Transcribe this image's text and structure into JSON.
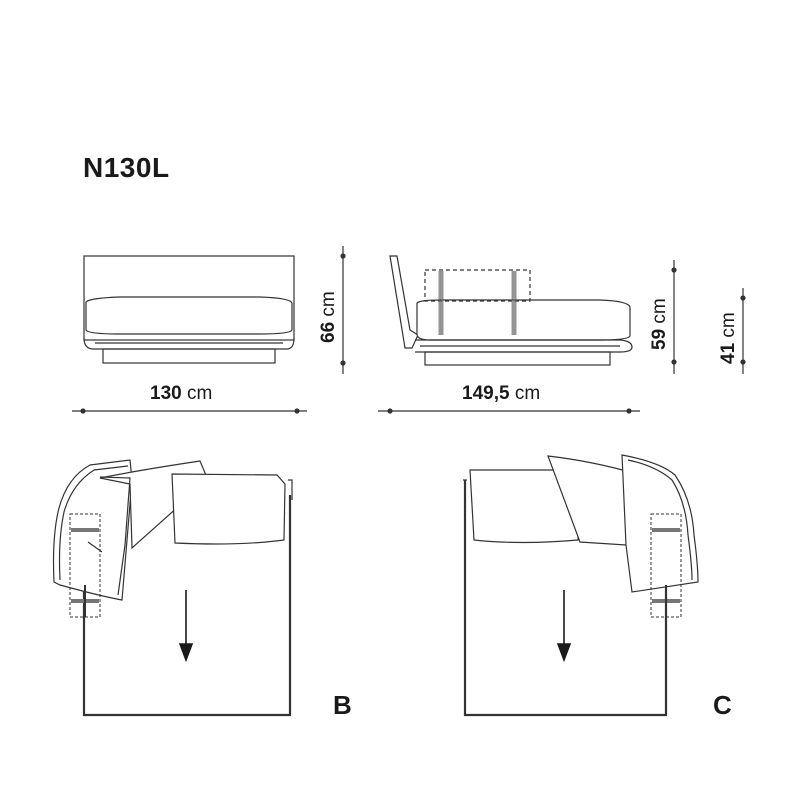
{
  "model": {
    "code": "N130L"
  },
  "front_view": {
    "width": {
      "value": "130",
      "unit": "cm"
    },
    "height": {
      "value": "66",
      "unit": "cm"
    }
  },
  "side_view": {
    "depth": {
      "value": "149,5",
      "unit": "cm"
    },
    "back_height": {
      "value": "59",
      "unit": "cm"
    },
    "seat_height": {
      "value": "41",
      "unit": "cm"
    }
  },
  "plan_views": [
    {
      "label": "B",
      "orientation": "left-corner"
    },
    {
      "label": "C",
      "orientation": "right-corner"
    }
  ],
  "colors": {
    "line": "#333333",
    "strap": "#888888",
    "text": "#1a1a1a"
  }
}
